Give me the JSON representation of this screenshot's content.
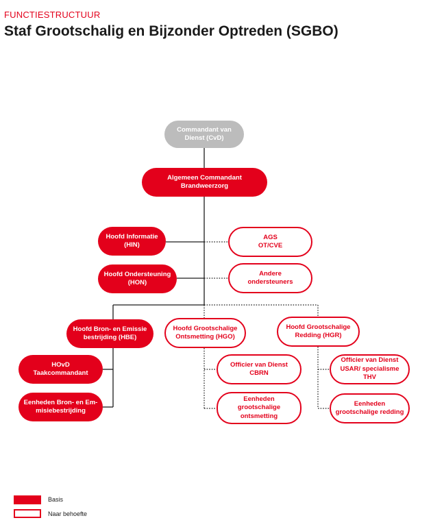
{
  "header": {
    "eyebrow": "FUNCTIESTRUCTUUR",
    "title": "Staf Grootschalig en Bijzonder Optreden (SGBO)"
  },
  "colors": {
    "accent": "#e3001b",
    "grey": "#bcbcbc",
    "text": "#1a1a1a"
  },
  "nodes": {
    "cvd": "Commandant van\nDienst (CvD)",
    "acb": "Algemeen Commandant\nBrandweerzorg",
    "hin": "Hoofd Informatie\n(HIN)",
    "ags": "AGS\nOT/CVE",
    "hon": "Hoofd Ondersteuning\n(HON)",
    "andere": "Andere\nondersteuners",
    "hbe": "Hoofd Bron- en Emissie\nbestrijding (HBE)",
    "hgo": "Hoofd Grootschalige\nOntsmetting (HGO)",
    "hgr": "Hoofd Grootschalige\nRedding (HGR)",
    "hovd": "HOvD\nTaakcommandant",
    "eenheden_bron": "Eenheden Bron- en Em-\nmisiebestrijding",
    "ovd_cbrn": "Officier van Dienst CBRN",
    "eenheden_ontsmetting": "Eenheden\ngrootschalige\nontsmetting",
    "ovd_usar": "Officier van Dienst\nUSAR/ specialisme THV",
    "eenheden_redding": "Eenheden\ngrootschalige redding"
  },
  "legend": {
    "basis": "Basis",
    "naar_behoefte": "Naar behoefte"
  }
}
